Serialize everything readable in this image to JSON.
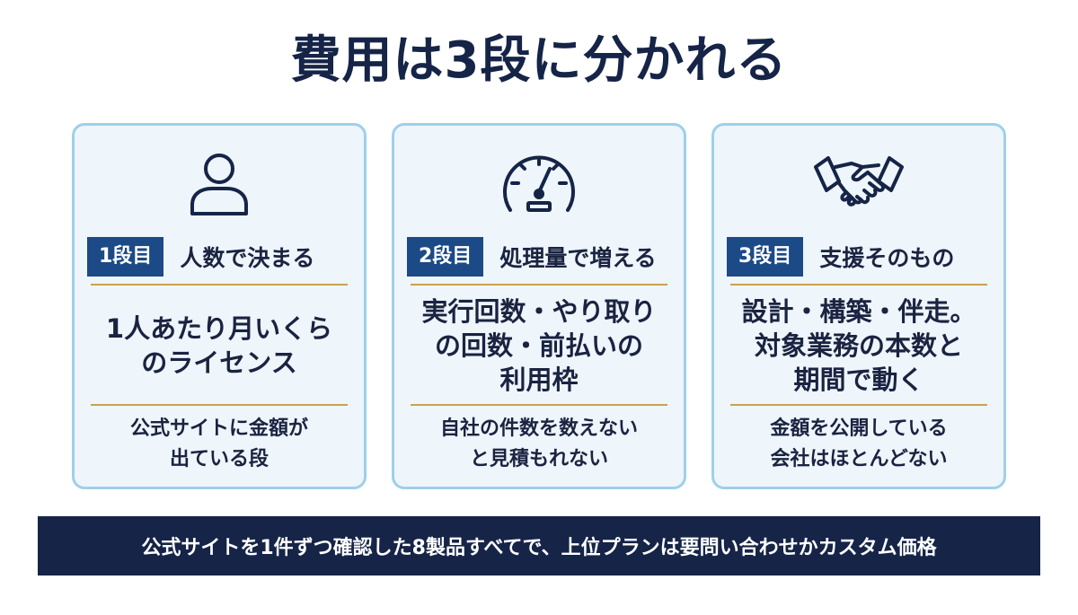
{
  "title": "費用は3段に分かれる",
  "cards": [
    {
      "icon": "person-icon",
      "badge": "1段目",
      "heading": "人数で決まる",
      "main_lines": [
        "1人あたり月いくら",
        "のライセンス"
      ],
      "sub_lines": [
        "公式サイトに金額が",
        "出ている段"
      ]
    },
    {
      "icon": "speedometer-icon",
      "badge": "2段目",
      "heading": "処理量で増える",
      "main_lines": [
        "実行回数・やり取り",
        "の回数・前払いの",
        "利用枠"
      ],
      "sub_lines": [
        "自社の件数を数えない",
        "と見積もれない"
      ]
    },
    {
      "icon": "handshake-icon",
      "badge": "3段目",
      "heading": "支援そのもの",
      "main_lines": [
        "設計・構築・伴走。",
        "対象業務の本数と",
        "期間で動く"
      ],
      "sub_lines": [
        "金額を公開している",
        "会社はほとんどない"
      ]
    }
  ],
  "footer": "公式サイトを1件ずつ確認した8製品すべてで、上位プランは要問い合わせかカスタム価格",
  "colors": {
    "navy": "#152447",
    "badge_blue": "#1c4a86",
    "card_bg": "#eef5fb",
    "card_border": "#9ed0ea",
    "divider_gold": "#c9a24f"
  }
}
